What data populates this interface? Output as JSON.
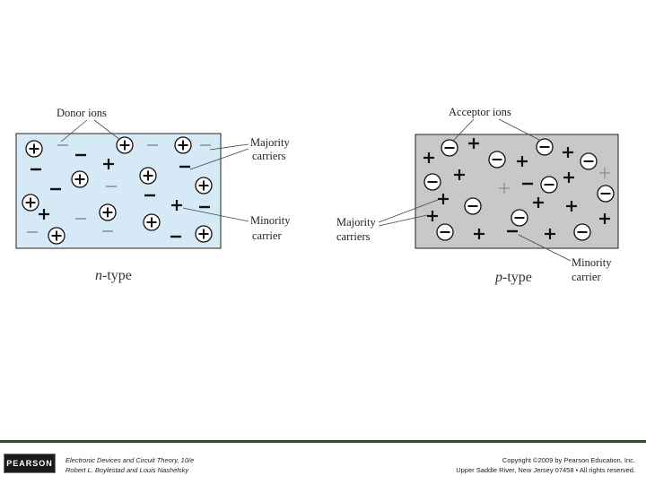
{
  "diagram": {
    "n_panel": {
      "caption_letter": "n",
      "caption_rest": "-type",
      "label_donor": "Donor ions",
      "label_majority_1": "Majority",
      "label_majority_2": "carriers",
      "label_minority_1": "Minority",
      "label_minority_2": "carrier",
      "fill": "#d6e9f7"
    },
    "p_panel": {
      "caption_letter": "p",
      "caption_rest": "-type",
      "label_acceptor": "Acceptor ions",
      "label_majority_1": "Majority",
      "label_majority_2": "carriers",
      "label_minority_1": "Minority",
      "label_minority_2": "carrier",
      "fill": "#c8c8c8"
    }
  },
  "footer": {
    "logo_text": "PEARSON",
    "book_title": "Electronic Devices and Circuit Theory, 10/e",
    "authors": "Robert L. Boylestad and Louis Nashelsky",
    "copyright": "Copyright ©2009 by Pearson Education, Inc.",
    "address": "Upper Saddle River, New Jersey 07458 • All rights reserved."
  }
}
